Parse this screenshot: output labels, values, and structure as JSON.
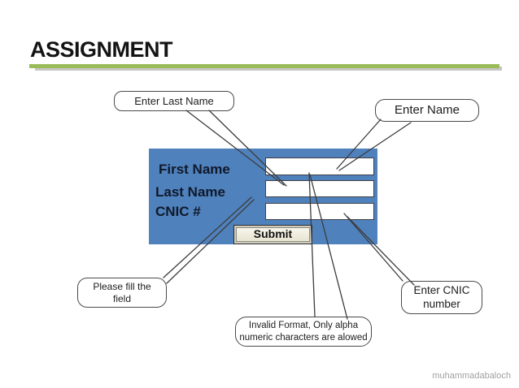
{
  "slide": {
    "title": "ASSIGNMENT",
    "watermark": "muhammadabaloch"
  },
  "form": {
    "fields": [
      {
        "label": "First Name",
        "value": "",
        "placeholder": ""
      },
      {
        "label": "Last Name",
        "value": "",
        "placeholder": ""
      },
      {
        "label": "CNIC #",
        "value": "",
        "placeholder": ""
      }
    ],
    "submit_label": "Submit"
  },
  "callouts": {
    "enter_last_name": {
      "text": "Enter Last Name"
    },
    "enter_name": {
      "text": "Enter Name"
    },
    "please_fill": {
      "text": "Please fill the\nfield"
    },
    "invalid_format": {
      "text": "Invalid Format, Only alpha\nnumeric characters are alowed"
    },
    "enter_cnic": {
      "text": "Enter CNIC\nnumber"
    }
  },
  "colors": {
    "panel_blue": "#4f81bd",
    "title_rule_green": "#9bbb59",
    "rule_shadow_gray": "#c6c6c6",
    "submit_fill": "#ece9d8",
    "callout_border": "#4a4a4a"
  }
}
